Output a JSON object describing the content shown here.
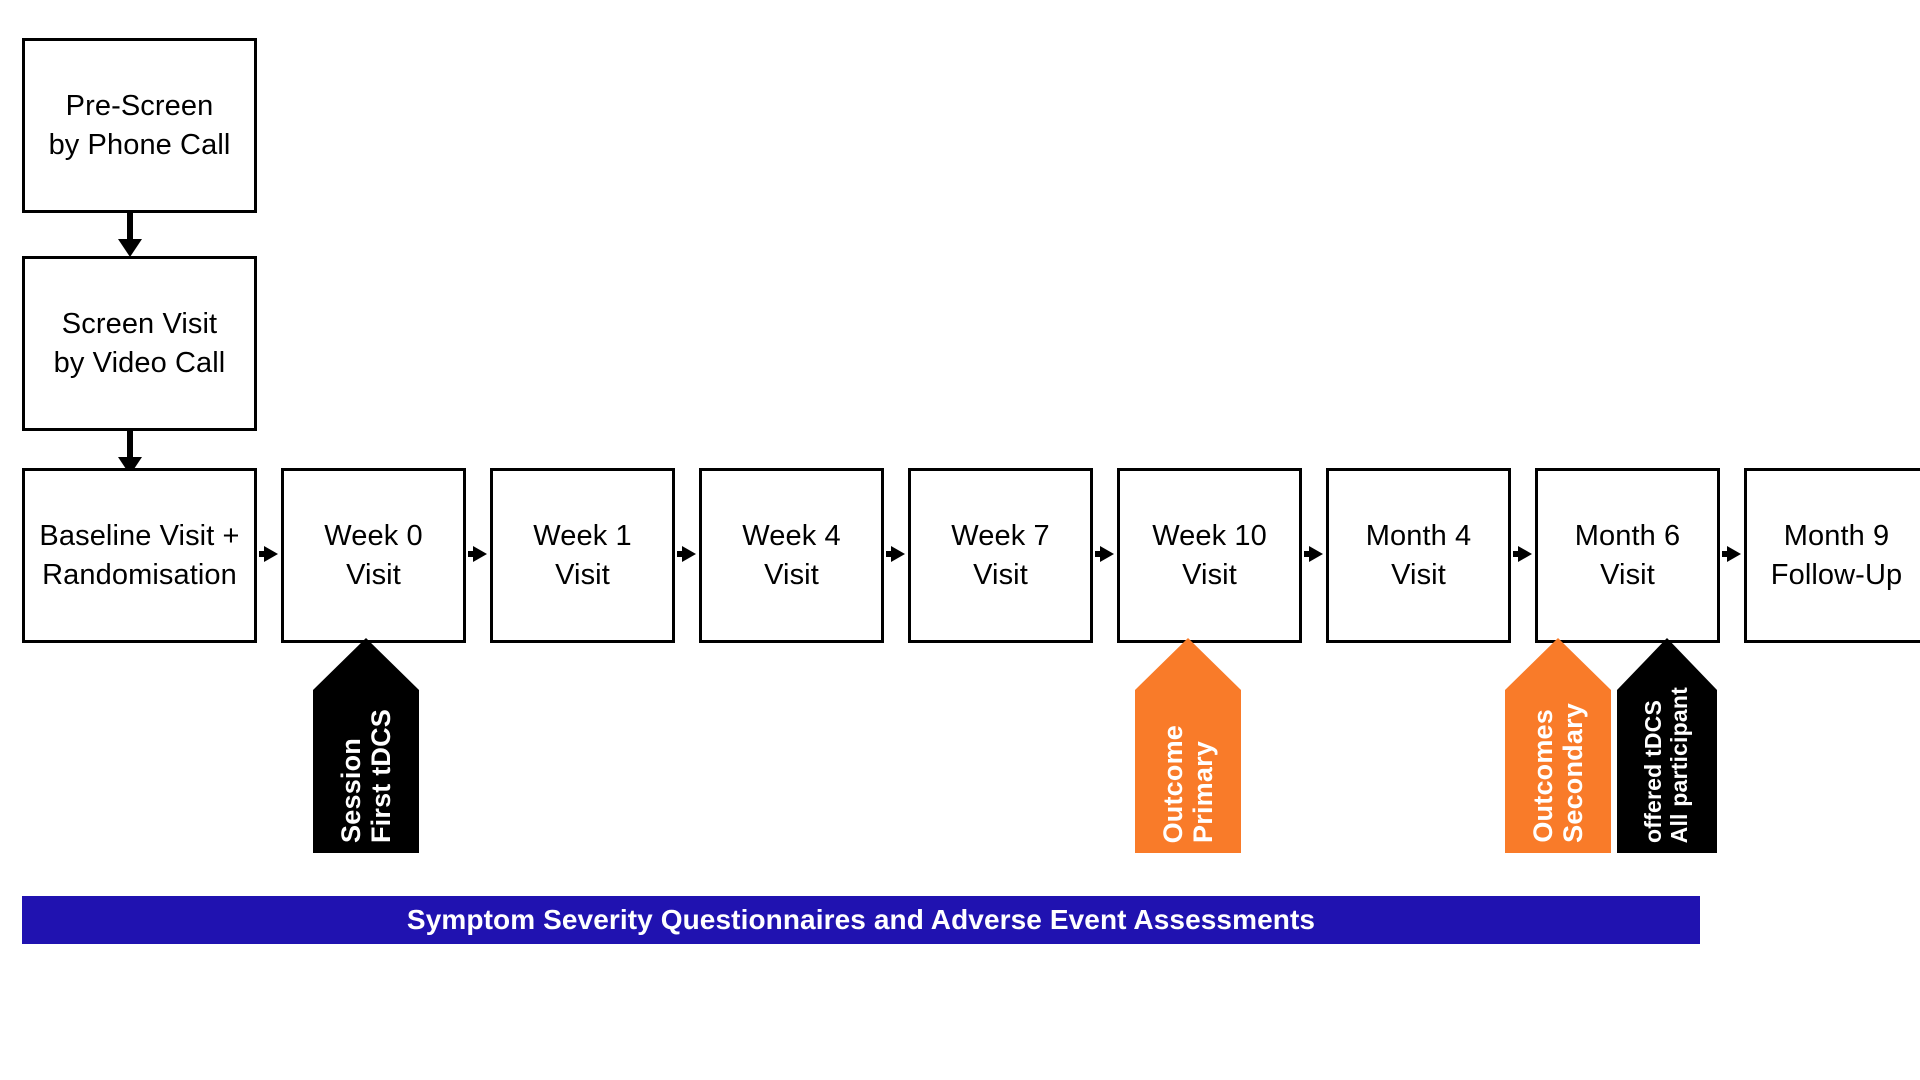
{
  "diagram": {
    "title": "Clinical trial participant visit schedule flowchart",
    "colors": {
      "box_border": "#000000",
      "box_fill": "#ffffff",
      "text": "#000000",
      "accent_orange": "#f97b29",
      "accent_black": "#000000",
      "banner_blue": "#2012b0",
      "banner_text": "#ffffff"
    }
  },
  "intake": {
    "nodes": [
      {
        "id": "pre-screen",
        "label": "Pre-Screen\nby Phone Call"
      },
      {
        "id": "screen-visit",
        "label": "Screen Visit\nby Video Call"
      }
    ],
    "connectors": [
      {
        "id": "pre-screen-to-screen-visit",
        "direction": "down"
      },
      {
        "id": "screen-visit-to-baseline",
        "direction": "down"
      }
    ]
  },
  "timeline": {
    "nodes": [
      {
        "id": "baseline",
        "label": "Baseline Visit +\nRandomisation"
      },
      {
        "id": "week-0",
        "label": "Week 0\nVisit"
      },
      {
        "id": "week-1",
        "label": "Week 1\nVisit"
      },
      {
        "id": "week-4",
        "label": "Week 4\nVisit"
      },
      {
        "id": "week-7",
        "label": "Week 7\nVisit"
      },
      {
        "id": "week-10",
        "label": "Week 10\nVisit"
      },
      {
        "id": "month-4",
        "label": "Month 4\nVisit"
      },
      {
        "id": "month-6",
        "label": "Month 6\nVisit"
      },
      {
        "id": "month-9",
        "label": "Month 9\nFollow-Up"
      }
    ],
    "connector_count": 8,
    "connector_direction": "right"
  },
  "callouts": [
    {
      "id": "first-tdcs-session",
      "lines": [
        "First tDCS",
        "Session"
      ],
      "color": "#000000",
      "attached_to": "week-0"
    },
    {
      "id": "primary-outcome",
      "lines": [
        "Primary",
        "Outcome"
      ],
      "color": "#f97b29",
      "attached_to": "week-10"
    },
    {
      "id": "secondary-outcomes",
      "lines": [
        "Secondary",
        "Outcomes"
      ],
      "color": "#f97b29",
      "attached_to": "month-6"
    },
    {
      "id": "all-participant-offered-tdcs",
      "lines": [
        "All participant",
        "offered  tDCS"
      ],
      "color": "#000000",
      "attached_to": "month-6"
    }
  ],
  "banner": {
    "text": "Symptom Severity Questionnaires and Adverse Event Assessments"
  }
}
